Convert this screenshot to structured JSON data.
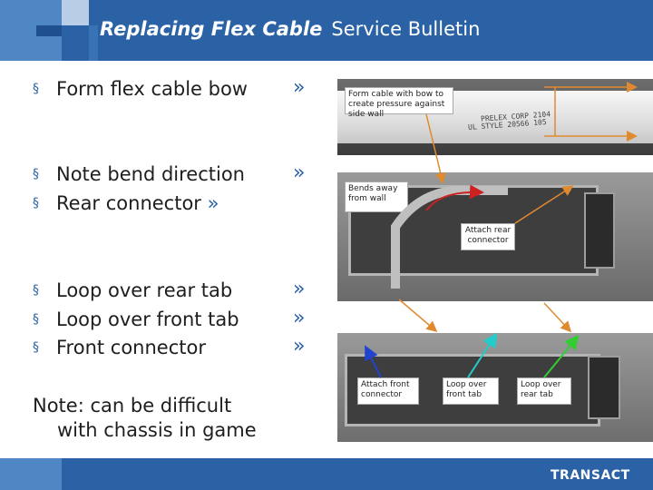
{
  "slide": {
    "title_bold": "Replacing Flex Cable",
    "title_rest": "Service Bulletin",
    "bullets_group1": [
      {
        "text": "Form flex cable bow",
        "chevron": "»"
      }
    ],
    "bullets_group2": [
      {
        "text": "Note bend direction",
        "chevron": "»"
      },
      {
        "text": "Rear connector",
        "chevron": "»"
      }
    ],
    "bullets_group3": [
      {
        "text": "Loop over rear tab",
        "chevron": "»"
      },
      {
        "text": "Loop over front tab",
        "chevron": "»"
      },
      {
        "text": "Front connector",
        "chevron": "»"
      }
    ],
    "bullet_marker": "§",
    "note_line1": "Note: can be difficult",
    "note_line2": "with chassis in game"
  },
  "photos": {
    "top_callout": "Form cable with bow to create pressure against side wall",
    "cable_print_1": "PRELEX CORP  2104",
    "cable_print_2": "UL STYLE 20566  105",
    "mid_callout_bends": "Bends away from wall",
    "mid_callout_rear": "Attach rear connector",
    "bot_callout_front_conn": "Attach front connector",
    "bot_callout_front_tab": "Loop over front tab",
    "bot_callout_rear_tab": "Loop over rear tab"
  },
  "footer": {
    "logo": "TRANSACT"
  },
  "colors": {
    "brand_blue": "#2b62a6",
    "light_blue": "#4f86c4",
    "arrow_orange": "#e08a30",
    "arrow_red": "#cc2222",
    "arrow_blue": "#2244cc",
    "arrow_cyan": "#22cccc",
    "arrow_green": "#33cc33"
  }
}
